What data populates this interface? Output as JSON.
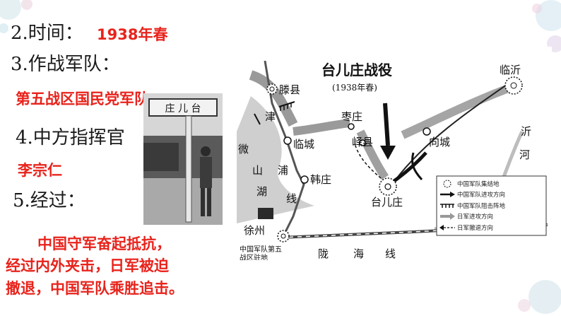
{
  "slide": {
    "time_label": "2.时间：",
    "time_value": "1938年春",
    "army_label": "3.作战军队：",
    "army_value": "第五战区国民党军队",
    "commander_label": "4.中方指挥官",
    "commander_value": "李宗仁",
    "process_label": "5.经过：",
    "process_text": [
      "中国守军奋起抵抗，",
      "经过内外夹击，日军被迫",
      "撤退，中国军队乘胜追击。"
    ]
  },
  "photo": {
    "sign_text": "庄 儿 台"
  },
  "map": {
    "title": "台儿庄战役",
    "subtitle": "(1938年春)",
    "places": {
      "tengxian": "滕县",
      "linyi": "临沂",
      "zaozhuang": "枣庄",
      "yixian": "峄县",
      "xiangcheng": "向城",
      "lincheng": "临城",
      "hanzhuang": "韩庄",
      "taierzhuang": "台儿庄",
      "xuzhou": "徐州",
      "xuzhou_note": [
        "中国军队第五",
        "战区驻地"
      ]
    },
    "features": {
      "jinpu": [
        "津",
        "浦",
        "线"
      ],
      "weishan": [
        "微",
        "山",
        "湖"
      ],
      "yi_river": [
        "沂",
        "河"
      ],
      "longhai": [
        "陇",
        "海",
        "线"
      ]
    },
    "legend": [
      {
        "icon": "dotted-circle-icon",
        "label": "中国军队集结地"
      },
      {
        "icon": "bold-arrow-icon",
        "label": "中国军队进攻方向"
      },
      {
        "icon": "defense-line-icon",
        "label": "中国军队阻击阵地"
      },
      {
        "icon": "gray-arrow-icon",
        "label": "日军进攻方向"
      },
      {
        "icon": "dashed-arrow-icon",
        "label": "日军撤退方向"
      }
    ]
  },
  "colors": {
    "red_text": "#e8231c",
    "black_text": "#1a1a1a"
  }
}
